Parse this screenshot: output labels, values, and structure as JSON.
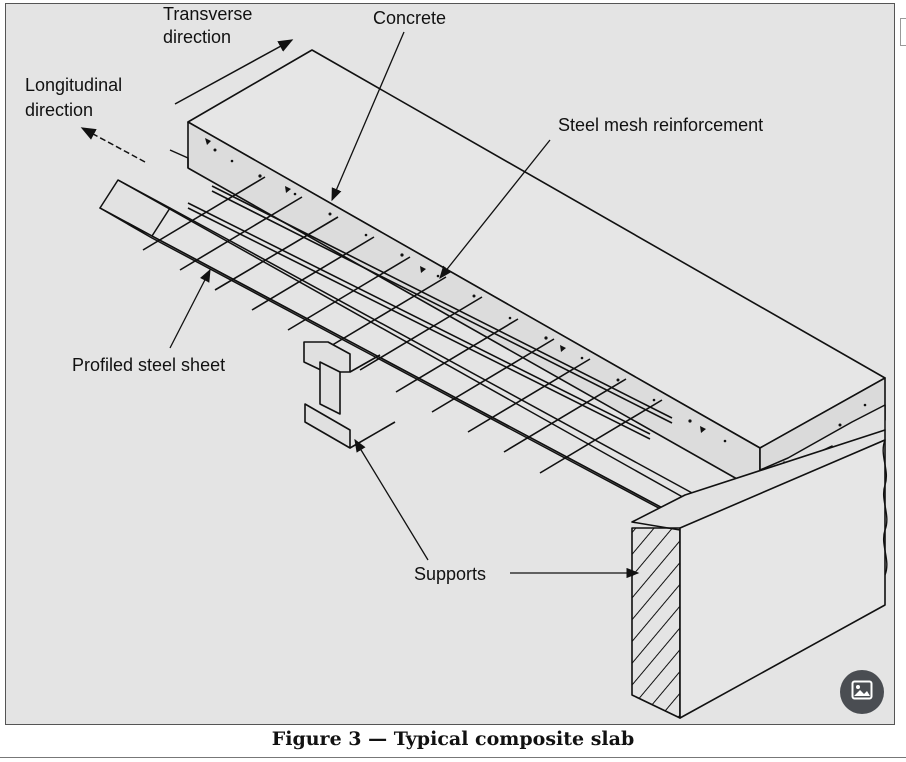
{
  "labels": {
    "transverse": [
      "Transverse",
      "direction"
    ],
    "longitudinal": [
      "Longitudinal",
      "direction"
    ],
    "concrete": "Concrete",
    "steel_mesh": "Steel mesh reinforcement",
    "profiled_sheet": "Profiled steel sheet",
    "supports": "Supports"
  },
  "caption": "Figure 3 — Typical composite slab",
  "icons": {
    "image_button": "image-icon"
  },
  "colors": {
    "background": "#e4e4e4",
    "ink": "#111111",
    "button": "#4a4d52"
  }
}
